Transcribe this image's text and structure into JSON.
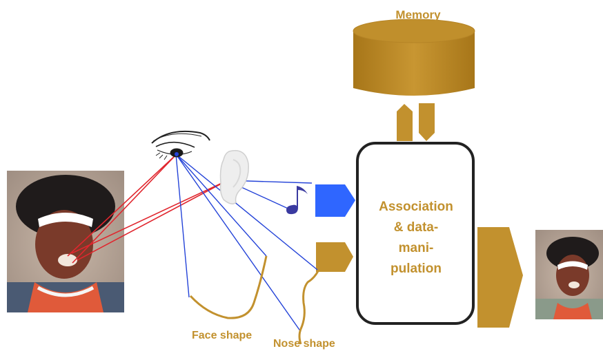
{
  "memory": {
    "label": "Memory"
  },
  "processor": {
    "lines": [
      "Association",
      "& data-",
      "mani-",
      "pulation"
    ]
  },
  "labels": {
    "face_shape": "Face shape",
    "nose_shape": "Nose shape"
  },
  "icons": {
    "eye": "eye-icon",
    "ear": "ear-icon",
    "note": "music-note-icon"
  },
  "colors": {
    "gold": "#c2912e",
    "gold_dark": "#a9781b",
    "blue_arrow": "#2f66ff",
    "red_line": "#e0262e",
    "blue_line": "#2443d8",
    "note": "#3a3aa0",
    "box_stroke": "#222222"
  }
}
